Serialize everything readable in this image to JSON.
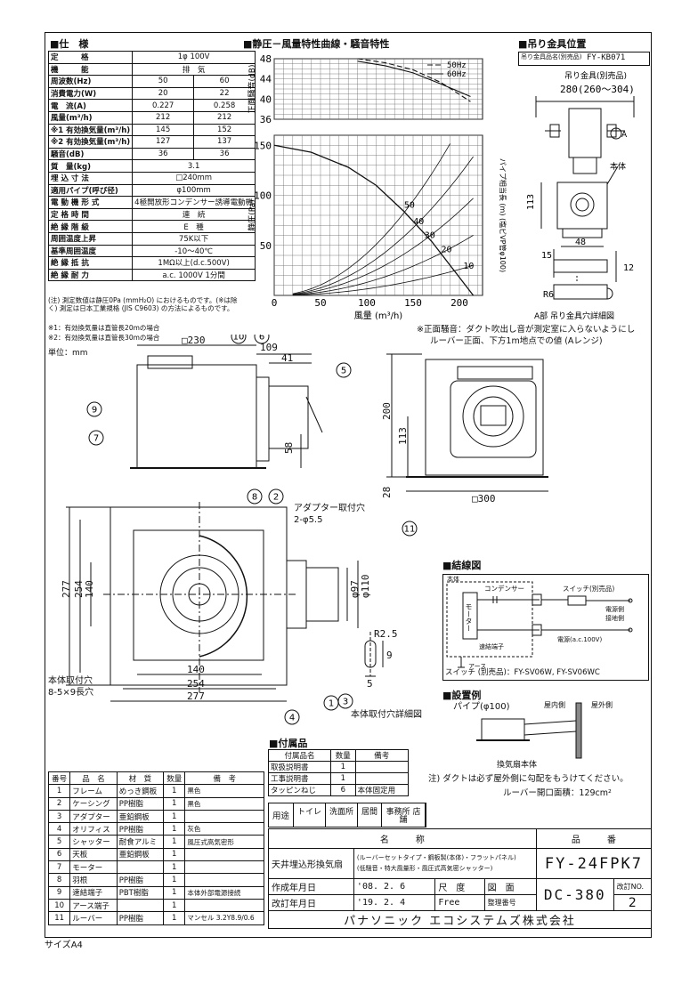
{
  "spec": {
    "header": "■仕　様",
    "rows": [
      {
        "label": "定　　　格",
        "v1": "1φ 100V",
        "span": true
      },
      {
        "label": "機　　　能",
        "v1": "排　気",
        "span": true
      },
      {
        "label": "周波数(Hz)",
        "v1": "50",
        "v2": "60"
      },
      {
        "label": "消費電力(W)",
        "v1": "20",
        "v2": "22"
      },
      {
        "label": "電　流(A)",
        "v1": "0.227",
        "v2": "0.258"
      },
      {
        "label": "風量(m³/h)",
        "v1": "212",
        "v2": "212"
      },
      {
        "label": "※1 有効換気量(m³/h)",
        "v1": "145",
        "v2": "152"
      },
      {
        "label": "※2 有効換気量(m³/h)",
        "v1": "127",
        "v2": "137"
      },
      {
        "label": "騒音(dB)",
        "v1": "36",
        "v2": "36"
      },
      {
        "label": "質　量(kg)",
        "v1": "3.1",
        "span": true
      },
      {
        "label": "埋 込 寸 法",
        "v1": "□240mm",
        "span": true
      },
      {
        "label": "適用パイプ(呼び径)",
        "v1": "φ100mm",
        "span": true
      },
      {
        "label": "電 動 機 形 式",
        "v1": "4極開放形コンデンサー誘導電動機",
        "span": true
      },
      {
        "label": "定 格 時 間",
        "v1": "連　続",
        "span": true
      },
      {
        "label": "絶 縁 階 級",
        "v1": "E　種",
        "span": true
      },
      {
        "label": "周囲温度上昇",
        "v1": "75K以下",
        "span": true
      },
      {
        "label": "基準周囲温度",
        "v1": "-10～40℃",
        "span": true
      },
      {
        "label": "絶 縁 抵 抗",
        "v1": "1MΩ以上(d.c.500V)",
        "span": true
      },
      {
        "label": "絶 縁 耐 力",
        "v1": "a.c. 1000V 1分間",
        "span": true
      }
    ],
    "note": "(注) 測定数値は静圧0Pa (mmH₂O) におけるものです。(※は除く) 測定は日本工業規格 (JIS C9603) の方法によるものです。",
    "footnote1": "※1：有効換気量は直管長20mの場合",
    "footnote2": "※2：有効換気量は直管長30mの場合",
    "unit": "単位：mm"
  },
  "chart_header": "■静圧－風量特性曲線・騒音特性",
  "chart_data": {
    "type": "line",
    "noise": {
      "ylabel": "正面騒音(dB)",
      "yticks": [
        36,
        40,
        44,
        48
      ],
      "ylim": [
        36,
        48
      ],
      "series": [
        {
          "name": "50Hz",
          "dash": "6,3",
          "x": [
            90,
            120,
            150,
            180,
            212
          ],
          "y": [
            48,
            47.2,
            45.8,
            43.3,
            39.5
          ]
        },
        {
          "name": "60Hz",
          "dash": "none",
          "x": [
            90,
            120,
            150,
            180,
            212
          ],
          "y": [
            47.5,
            46.6,
            45.2,
            43.0,
            40.5
          ]
        }
      ]
    },
    "pressure": {
      "ylabel": "静圧(Pa)",
      "xlabel": "風量 (m³/h)",
      "xticks": [
        0,
        50,
        100,
        150,
        200
      ],
      "yticks": [
        50,
        100,
        150
      ],
      "xlim": [
        0,
        225
      ],
      "ylim": [
        0,
        160
      ],
      "curve": {
        "x": [
          0,
          40,
          80,
          110,
          140,
          170,
          200,
          215
        ],
        "y": [
          150,
          143,
          128,
          110,
          84,
          54,
          18,
          0
        ]
      },
      "resistance_labels": [
        "50",
        "40",
        "30",
        "20",
        "10"
      ],
      "resistance_note": "パイプ相当長 (m) (塩ビVP管φ100)"
    }
  },
  "bracket": {
    "header": "■吊り金具位置",
    "name_label": "吊り金具品名(別売品)",
    "name_value": "FY-KB071",
    "title": "吊り金具(別売品)",
    "dim_top": "280(260～304)",
    "body_label": "本体",
    "dim_113": "113",
    "dim_48": "48",
    "dim_15": "15",
    "dim_12": "12",
    "r6": "R6",
    "a_label": "A",
    "detail_caption": "A部 吊り金具穴詳細図"
  },
  "drawing": {
    "noise_note1": "※正面騒音：ダクト吹出し音が測定室に入らないようにし",
    "noise_note2": "ルーバー正面、下方1m地点での値 (Aレンジ)",
    "d230": "□230",
    "d109": "109",
    "d41": "41",
    "d58": "58",
    "d200": "200",
    "d113": "113",
    "d28": "28",
    "d300": "□300",
    "adapter_hole1": "アダプター取付穴",
    "adapter_hole2": "2-φ5.5",
    "d277": "277",
    "d254": "254",
    "d140": "140",
    "d97": "φ97",
    "d110": "φ110",
    "body_hole1": "本体取付穴",
    "body_hole2": "8-5×9長穴",
    "d140b": "140",
    "d254b": "254",
    "d277b": "277",
    "r25": "R2.5",
    "d9": "9",
    "d5": "5",
    "hole_caption": "本体取付穴詳細図",
    "callouts": [
      "1",
      "2",
      "3",
      "4",
      "5",
      "6",
      "7",
      "8",
      "9",
      "10",
      "11"
    ]
  },
  "wiring": {
    "header": "■結線図",
    "body": "本体",
    "motor": "モーター",
    "capacitor": "コンデンサー",
    "switch": "スイッチ(別売品)",
    "terminal": "速結端子",
    "power_side": "電源側",
    "ground_side": "接地側",
    "power": "電源(a.c.100V)",
    "earth": "アース",
    "switch_note": "スイッチ (別売品)：FY-SV06W, FY-SV06WC"
  },
  "install": {
    "header": "■設置例",
    "pipe": "パイプ(φ100)",
    "inside": "屋内側",
    "outside": "屋外側",
    "hood": "換気扇本体",
    "note": "注) ダクトは必ず屋外側に勾配をもうけてください。",
    "louver": "ルーバー開口面積：129cm²"
  },
  "accessories": {
    "header": "■付属品",
    "columns": [
      "付属品名",
      "数量",
      "備考"
    ],
    "rows": [
      [
        "取扱説明書",
        "1",
        ""
      ],
      [
        "工事説明書",
        "1",
        ""
      ],
      [
        "タッピンねじ",
        "6",
        "本体固定用"
      ]
    ]
  },
  "parts": {
    "columns": [
      "番号",
      "品　名",
      "材　質",
      "数量",
      "備　考"
    ],
    "rows": [
      [
        "1",
        "フレーム",
        "めっき鋼板",
        "1",
        "黒色"
      ],
      [
        "2",
        "ケーシング",
        "PP樹脂",
        "1",
        "黒色"
      ],
      [
        "3",
        "アダプター",
        "亜鉛鋼板",
        "1",
        ""
      ],
      [
        "4",
        "オリフィス",
        "PP樹脂",
        "1",
        "灰色"
      ],
      [
        "5",
        "シャッター",
        "耐食アルミ",
        "1",
        "風圧式高気密形"
      ],
      [
        "6",
        "天板",
        "亜鉛鋼板",
        "1",
        ""
      ],
      [
        "7",
        "モーター",
        "",
        "1",
        ""
      ],
      [
        "8",
        "羽根",
        "PP樹脂",
        "1",
        ""
      ],
      [
        "9",
        "速結端子",
        "PBT樹脂",
        "1",
        "本体外部電源接続"
      ],
      [
        "10",
        "アース端子",
        "",
        "1",
        ""
      ],
      [
        "11",
        "ルーバー",
        "PP樹脂",
        "1",
        "マンセル 3.2Y8.9/0.6"
      ]
    ]
  },
  "usage": {
    "label": "用途",
    "items": [
      "トイレ",
      "洗面所",
      "居間",
      "事務所 店舗"
    ]
  },
  "title_block": {
    "name_header": "名　　　称",
    "number_header": "品　　　番",
    "name_main": "天井埋込形換気扇",
    "name_sub1": "(ルーバーセットタイプ・鋼板製(本体)・フラットパネル)",
    "name_sub2": "(低騒音・特大風量形・風圧式高気密シャッター)",
    "model": "FY-24FPK7",
    "created_label": "作成年月日",
    "created": "'08. 2. 6",
    "revised_label": "改訂年月日",
    "revised": "'19. 2. 4",
    "scale_label": "尺　度",
    "scale": "Free",
    "drawing_label": "図　面",
    "mgmt_label": "整理番号",
    "doc_no": "DC-380",
    "rev_label": "改訂NO.",
    "rev": "2",
    "company": "パナソニック エコシステムズ株式会社"
  },
  "size_note": "サイズA4"
}
